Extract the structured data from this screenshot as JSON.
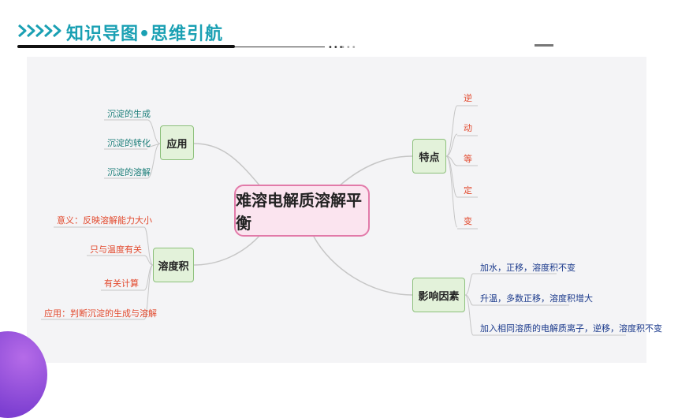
{
  "header": {
    "title": "知识导图•思维引航",
    "dots": "•••",
    "dots_light": "•••"
  },
  "mindmap": {
    "center": "难溶电解质溶解平衡",
    "branches": {
      "yingyong": {
        "label": "应用",
        "items": [
          "沉淀的生成",
          "沉淀的转化",
          "沉淀的溶解"
        ]
      },
      "rongduji": {
        "label": "溶度积",
        "items": [
          "意义：反映溶解能力大小",
          "只与温度有关",
          "有关计算",
          "应用：判断沉淀的生成与溶解"
        ]
      },
      "tedian": {
        "label": "特点",
        "items": [
          "逆",
          "动",
          "等",
          "定",
          "变"
        ]
      },
      "yingxiang": {
        "label": "影响因素",
        "items": [
          "加水，正移，溶度积不变",
          "升温，多数正移，溶度积增大",
          "加入相同溶质的电解质离子，逆移，溶度积不变"
        ]
      }
    }
  },
  "colors": {
    "accent": "#1aa0b3",
    "center_fill": "#fbe4ef",
    "center_border": "#e27aa9",
    "branch_fill": "#e3f2da",
    "branch_border": "#8cc07b",
    "teal_text": "#1a7d78",
    "red_text": "#e24a2e",
    "navy_text": "#1b3a8c"
  },
  "icons": [
    "chevron-arrows-icon"
  ]
}
